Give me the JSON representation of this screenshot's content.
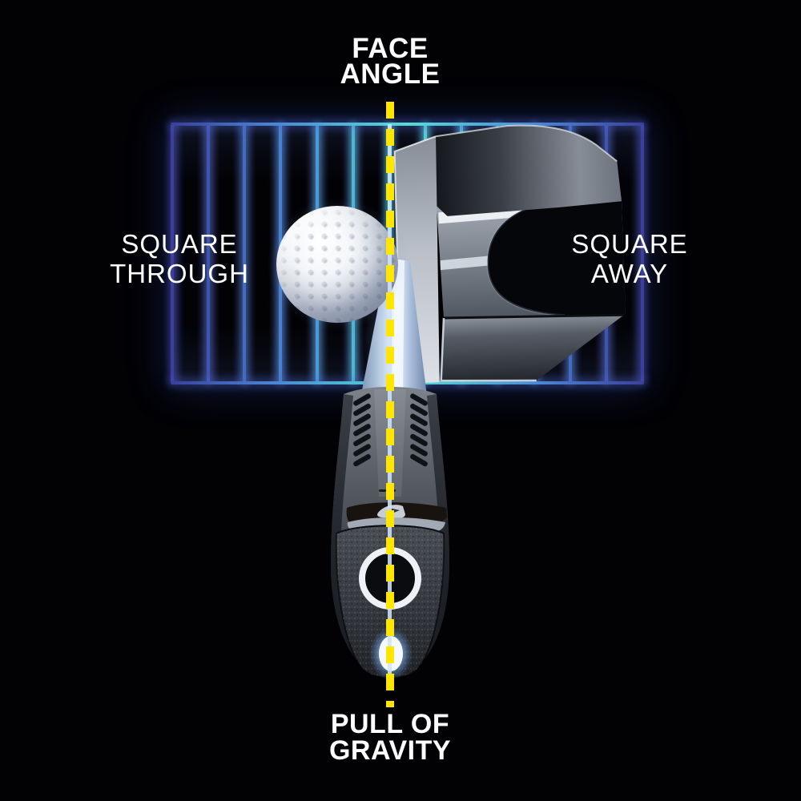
{
  "labels": {
    "face_angle": {
      "line1": "FACE",
      "line2": "ANGLE"
    },
    "square_through": {
      "line1": "SQUARE",
      "line2": "THROUGH"
    },
    "square_away": {
      "line1": "SQUARE",
      "line2": "AWAY"
    },
    "pull_of_gravity": {
      "line1": "PULL OF",
      "line2": "GRAVITY"
    }
  },
  "colors": {
    "background": "#020205",
    "text": "#ffffff",
    "dash_yellow": "#ffe600",
    "line_backing": "#d0e2f8",
    "grid_center_teal": "#54ded4",
    "grid_mid_blue": "#4a86d4",
    "grid_edge_indigo": "#3c3f9c",
    "grid_glow": "rgba(80,110,220,0.55)",
    "gravity_light_blue": "#7db9f5"
  },
  "grid": {
    "cells": 13,
    "center_color": "#54ded4",
    "mid_color": "#4a86d4",
    "edge_color": "#3c3f9c"
  },
  "center_line": {
    "dash_count_visible": 22,
    "style": "dashed"
  },
  "icons": {
    "golf_ball": "golf-ball",
    "putter": "mallet-putter-top-view",
    "gravity_light": "glowing-indicator-dot",
    "grip_ring": "white-ring-marker"
  }
}
